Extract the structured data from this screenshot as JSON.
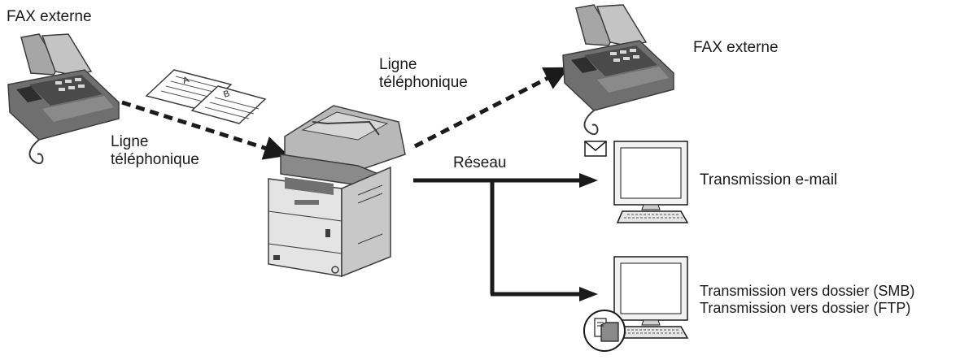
{
  "labels": {
    "fax_left": "FAX externe",
    "fax_right": "FAX externe",
    "line_left_1": "Ligne",
    "line_left_2": "téléphonique",
    "line_right_1": "Ligne",
    "line_right_2": "téléphonique",
    "network": "Réseau",
    "email": "Transmission e-mail",
    "smb": "Transmission vers dossier (SMB)",
    "ftp": "Transmission vers dossier (FTP)"
  },
  "document_letters": [
    "A",
    "B"
  ],
  "icons": {
    "fax_left": "fax-machine-icon",
    "fax_right": "fax-machine-icon",
    "documents": "paper-documents-icon",
    "printer": "multifunction-printer-icon",
    "email_pc": "computer-monitor-icon",
    "envelope": "envelope-icon",
    "folder_pc": "computer-monitor-icon",
    "folder_badge": "folder-icon"
  },
  "colors": {
    "line": "#1a1a1a",
    "device_fill": "#6f6f6f",
    "device_dark": "#3d3d3d",
    "device_light": "#a6a6a6",
    "monitor_fill": "#f2f2f2"
  }
}
